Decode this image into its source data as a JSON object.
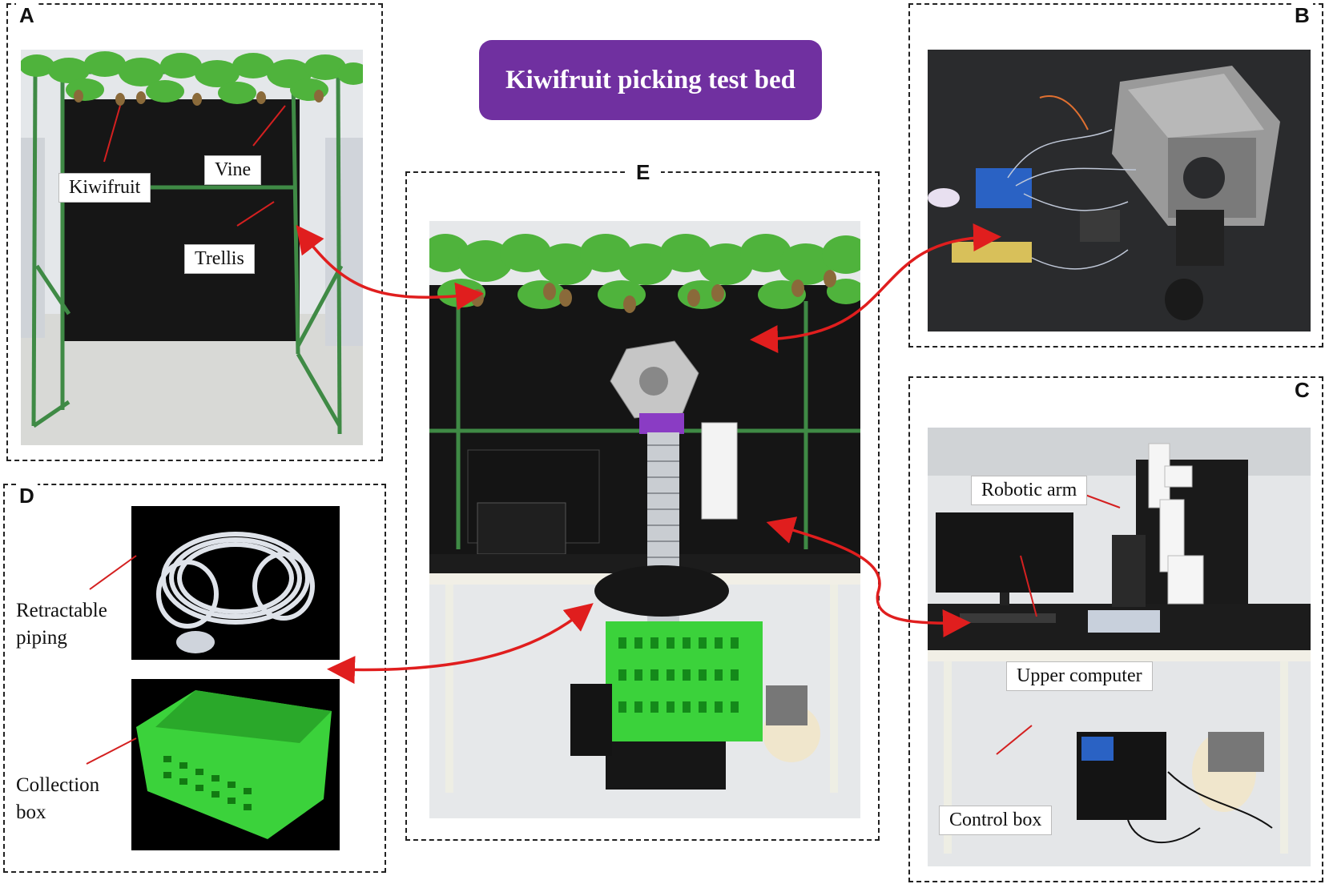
{
  "title": "Kiwifruit picking test bed",
  "panels": {
    "A": {
      "label": "A",
      "callouts": {
        "kiwifruit": "Kiwifruit",
        "vine": "Vine",
        "trellis": "Trellis"
      }
    },
    "B": {
      "label": "B"
    },
    "C": {
      "label": "C",
      "callouts": {
        "robotic_arm": "Robotic arm",
        "upper_computer": "Upper computer",
        "control_box": "Control box"
      }
    },
    "D": {
      "label": "D",
      "retractable_line1": "Retractable",
      "retractable_line2": "piping",
      "collection_line1": "Collection",
      "collection_line2": "box"
    },
    "E": {
      "label": "E"
    }
  },
  "colors": {
    "title_bg": "#7030A0",
    "arrow": "#E01E1E",
    "leader": "#D42020",
    "leaf": "#4CAF3A",
    "basket": "#3BD23B"
  }
}
